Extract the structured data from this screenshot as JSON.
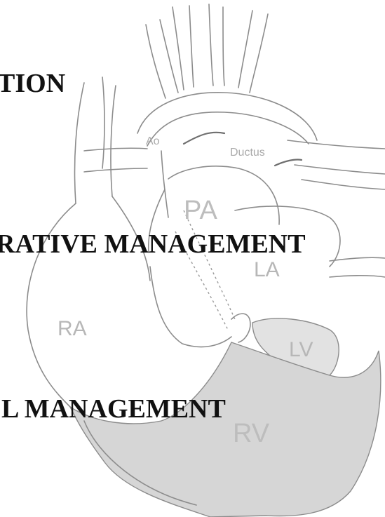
{
  "headings": {
    "line1": "TION",
    "line2": "RATIVE MANAGEMENT",
    "line3": "L MANAGEMENT"
  },
  "diagram_labels": {
    "ao": "Ao",
    "ductus": "Ductus",
    "pa": "PA",
    "la": "LA",
    "ra": "RA",
    "lv": "LV",
    "rv": "RV"
  },
  "colors": {
    "background": "#ffffff",
    "heading_text": "#111111",
    "diagram_stroke": "#8c8c8c",
    "label_gray": "#bdbdbd",
    "rv_fill": "#d6d6d6"
  }
}
